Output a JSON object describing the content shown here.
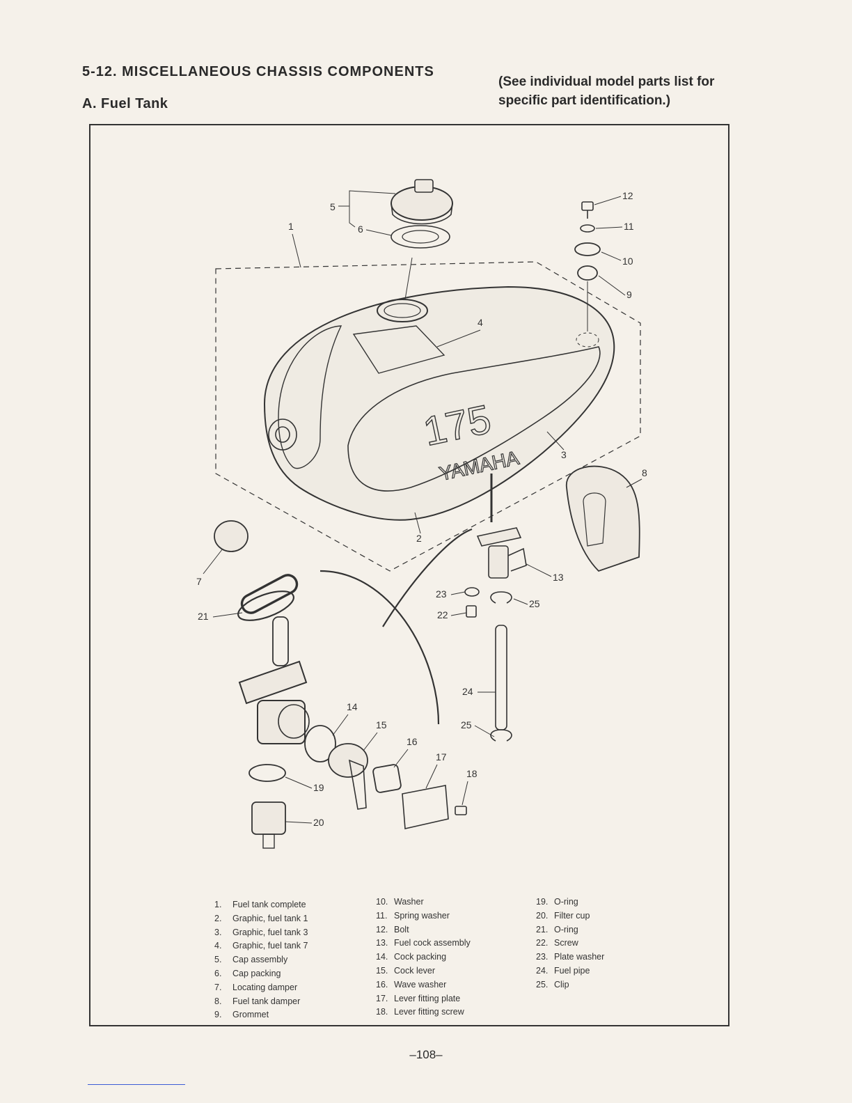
{
  "header": {
    "section_title": "5-12. MISCELLANEOUS CHASSIS COMPONENTS",
    "sub_title": "A.   Fuel Tank",
    "note_line1": "(See individual model parts list for",
    "note_line2": "specific part identification.)"
  },
  "diagram": {
    "tank_number": "175",
    "tank_brand": "YAMAHA",
    "callouts": [
      "1",
      "2",
      "3",
      "4",
      "5",
      "6",
      "7",
      "8",
      "9",
      "10",
      "11",
      "12",
      "13",
      "14",
      "15",
      "16",
      "17",
      "18",
      "19",
      "20",
      "21",
      "22",
      "23",
      "24",
      "25",
      "25"
    ]
  },
  "legend": {
    "col1": [
      {
        "n": "1.",
        "label": "Fuel tank complete"
      },
      {
        "n": "2.",
        "label": "Graphic, fuel tank 1"
      },
      {
        "n": "3.",
        "label": "Graphic, fuel tank 3"
      },
      {
        "n": "4.",
        "label": "Graphic, fuel tank 7"
      },
      {
        "n": "5.",
        "label": "Cap assembly"
      },
      {
        "n": "6.",
        "label": "Cap packing"
      },
      {
        "n": "7.",
        "label": "Locating damper"
      },
      {
        "n": "8.",
        "label": "Fuel tank damper"
      },
      {
        "n": "9.",
        "label": "Grommet"
      }
    ],
    "col2": [
      {
        "n": "10.",
        "label": "Washer"
      },
      {
        "n": "11.",
        "label": "Spring washer"
      },
      {
        "n": "12.",
        "label": "Bolt"
      },
      {
        "n": "13.",
        "label": "Fuel cock assembly"
      },
      {
        "n": "14.",
        "label": "Cock packing"
      },
      {
        "n": "15.",
        "label": "Cock lever"
      },
      {
        "n": "16.",
        "label": "Wave washer"
      },
      {
        "n": "17.",
        "label": "Lever fitting plate"
      },
      {
        "n": "18.",
        "label": "Lever fitting screw"
      }
    ],
    "col3": [
      {
        "n": "19.",
        "label": "O-ring"
      },
      {
        "n": "20.",
        "label": "Filter cup"
      },
      {
        "n": "21.",
        "label": "O-ring"
      },
      {
        "n": "22.",
        "label": "Screw"
      },
      {
        "n": "23.",
        "label": "Plate washer"
      },
      {
        "n": "24.",
        "label": "Fuel pipe"
      },
      {
        "n": "25.",
        "label": "Clip"
      }
    ]
  },
  "footer": {
    "page_number": "–108–"
  }
}
